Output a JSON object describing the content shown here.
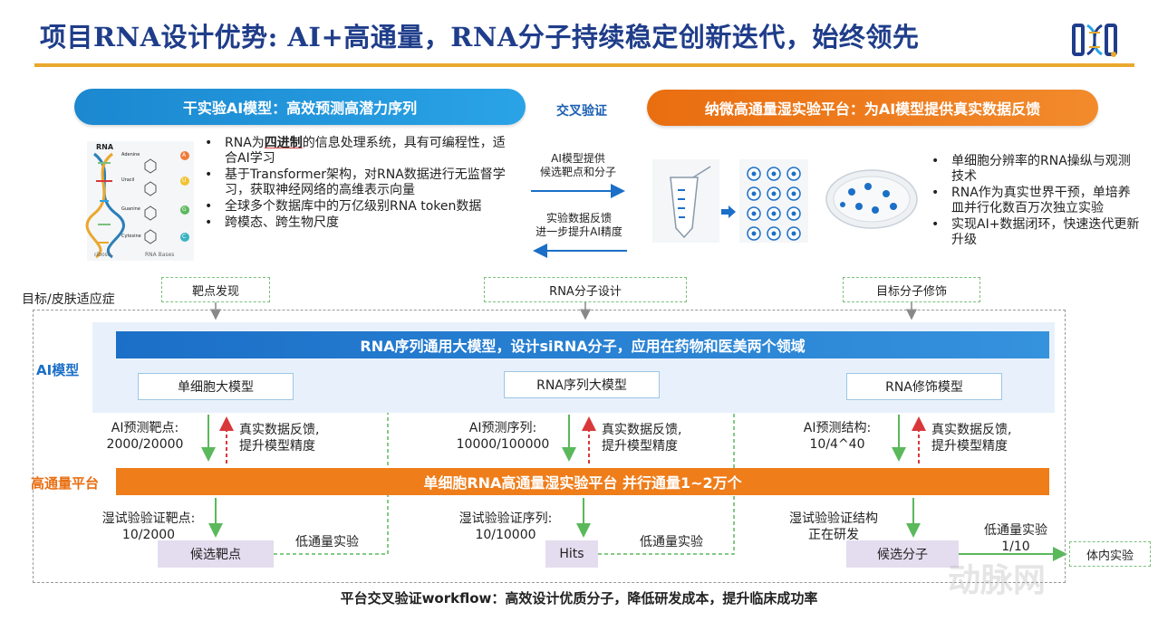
{
  "title": "项目RNA设计优势: AI+高通量，RNA分子持续稳定创新迭代，始终领先",
  "top": {
    "left_pill": "干实验AI模型：高效预测高潜力序列",
    "right_pill": "纳微高通量湿实验平台：为AI模型提供真实数据反馈",
    "cross_label": "交叉验证",
    "left_bullets": [
      {
        "pre": "RNA为",
        "bold": "四进制",
        "post": "的信息处理系统，具有可编程性，适合AI学习"
      },
      {
        "pre": "基于Transformer架构，对RNA数据进行无监督学习，获取神经网络的高维表示向量",
        "bold": "",
        "post": ""
      },
      {
        "pre": "全球多个数据库中的万亿级别RNA token数据",
        "bold": "",
        "post": ""
      },
      {
        "pre": "跨模态、跨生物尺度",
        "bold": "",
        "post": ""
      }
    ],
    "right_bullets": [
      "单细胞分辨率的RNA操纵与观测技术",
      "RNA作为真实世界干预，单培养皿并行化数百万次独立实验",
      "实现AI+数据闭环，快速迭代更新升级"
    ],
    "arrow_forward": [
      "AI模型提供",
      "候选靶点和分子"
    ],
    "arrow_back": [
      "实验数据反馈",
      "进一步提升AI精度"
    ],
    "rna_figure": {
      "title": "RNA",
      "bases": [
        "Adenine",
        "Uracil",
        "Guanine",
        "Cytosine"
      ],
      "letters": [
        "A",
        "U",
        "G",
        "C"
      ],
      "bottom_left": "ribose",
      "bottom_right": "RNA Bases"
    }
  },
  "stage_labels": {
    "outer": "目标/皮肤适应症",
    "target": "靶点发现",
    "design": "RNA分子设计",
    "modify": "目标分子修饰"
  },
  "ai_band": {
    "side_label": "AI模型",
    "bar": "RNA序列通用大模型，设计siRNA分子，应用在药物和医美两个领域",
    "models": [
      "单细胞大模型",
      "RNA序列大模型",
      "RNA修饰模型"
    ]
  },
  "predictions": [
    {
      "line1": "AI预测靶点:",
      "line2": "2000/20000"
    },
    {
      "line1": "AI预测序列:",
      "line2": "10000/100000"
    },
    {
      "line1": "AI预测结构:",
      "line2": "10/4^40"
    }
  ],
  "feedback": {
    "line1": "真实数据反馈,",
    "line2": "提升模型精度"
  },
  "platform": {
    "side_label": "高通量平台",
    "bar": "单细胞RNA高通量湿实验平台 并行通量1~2万个"
  },
  "wet": [
    {
      "line1": "湿试验验证靶点:",
      "line2": "10/2000"
    },
    {
      "line1": "湿试验验证序列:",
      "line2": "10/10000"
    },
    {
      "line1": "湿试验验证结构",
      "line2": "正在研发"
    }
  ],
  "outputs": [
    "候选靶点",
    "Hits",
    "候选分子"
  ],
  "low_throughput": "低通量实验",
  "final": {
    "low_line1": "低通量实验",
    "low_line2": "1/10",
    "box": "体内实验"
  },
  "footer": "平台交叉验证workflow：高效设计优质分子，降低研发成本，提升临床成功率",
  "watermark": "动脉网",
  "colors": {
    "navy": "#1f3d8a",
    "blue": "#1b88d0",
    "orange": "#ef7d1a",
    "gold": "#e9a82d",
    "green": "#5bb85b",
    "red": "#d9383a"
  }
}
